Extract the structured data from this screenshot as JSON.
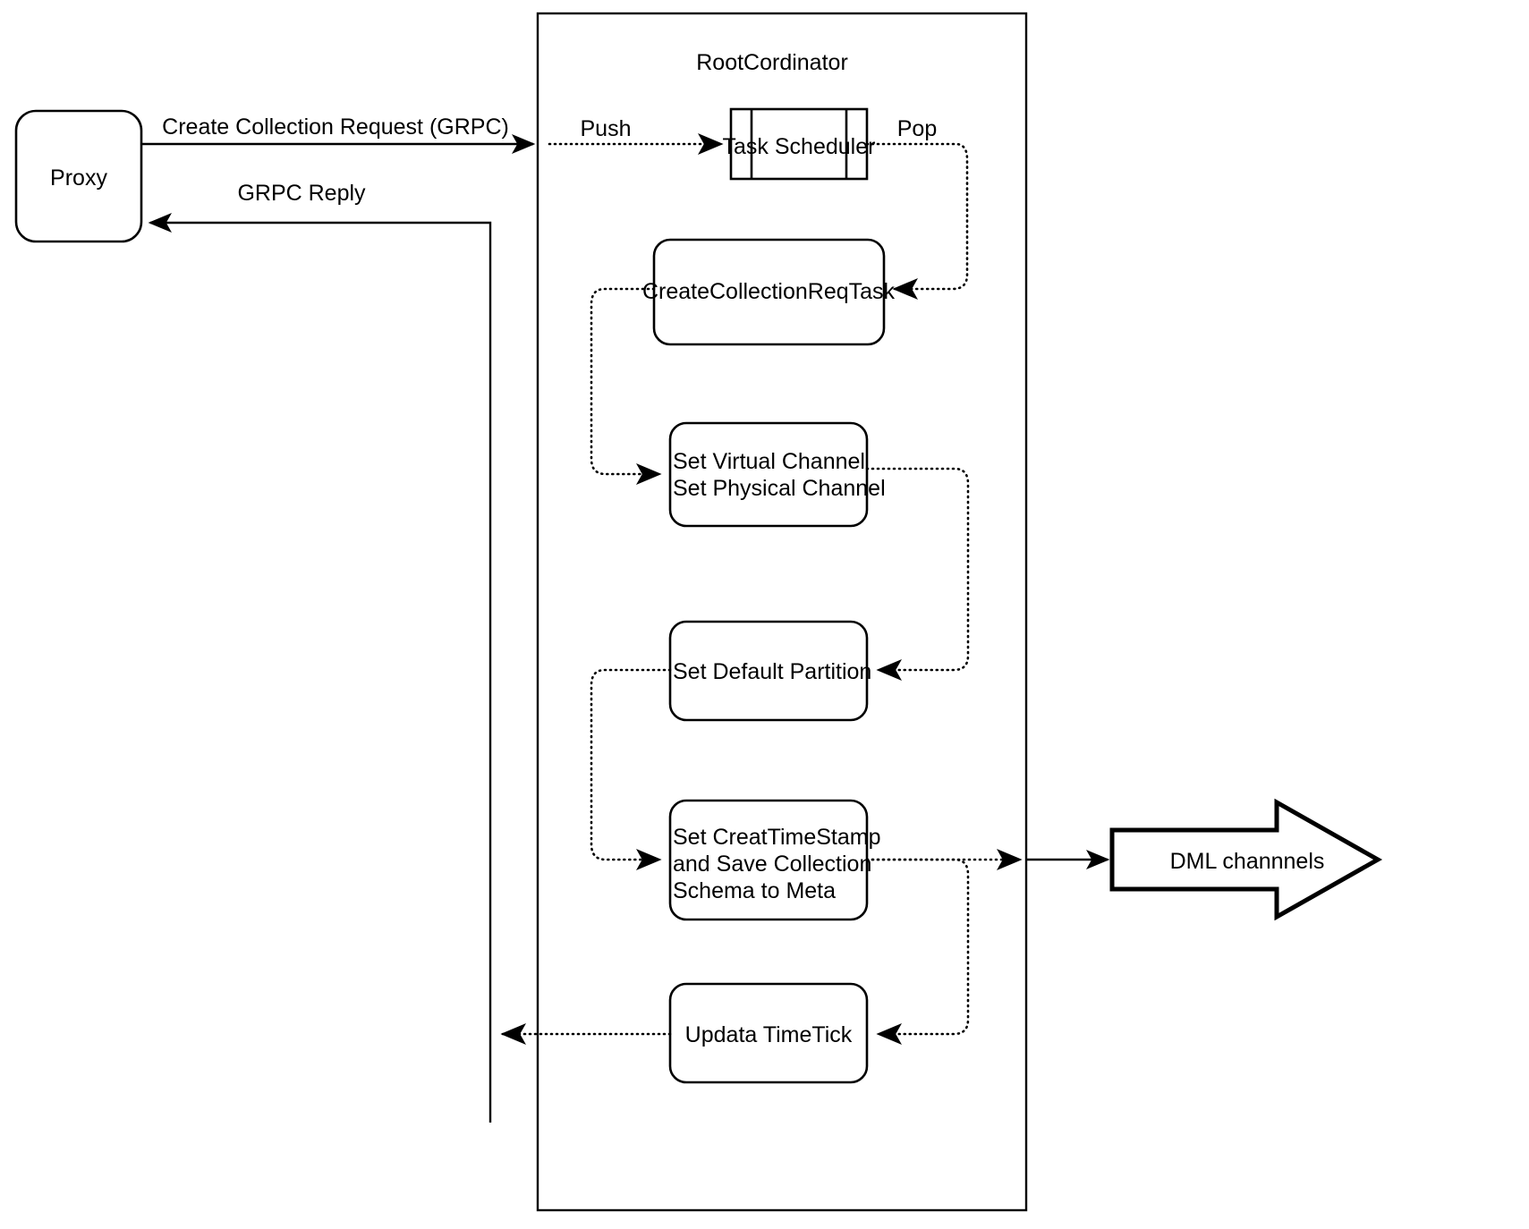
{
  "diagram": {
    "title_text": "RootCordinator",
    "colors": {
      "stroke": "#000000",
      "fill": "#ffffff",
      "text": "#000000"
    },
    "container": {
      "label": "RootCordinator"
    },
    "nodes": {
      "proxy": {
        "label": "Proxy"
      },
      "task_scheduler": {
        "label": "Task Scheduler"
      },
      "create_collection_req_task": {
        "label": "CreateCollectionReqTask"
      },
      "set_channel": {
        "line1": "Set Virtual Channel",
        "line2": "Set Physical Channel"
      },
      "set_default_partition": {
        "label": "Set Default Partition"
      },
      "set_create_timestamp": {
        "line1": "Set CreatTimeStamp",
        "line2": "and Save Collection",
        "line3": "Schema to Meta"
      },
      "update_timetick": {
        "label": "Updata TimeTick"
      },
      "dml_channels": {
        "label": "DML channnels"
      }
    },
    "edges": {
      "create_collection_request": {
        "label": "Create Collection Request (GRPC)"
      },
      "grpc_reply": {
        "label": "GRPC Reply"
      },
      "push": {
        "label": "Push"
      },
      "pop": {
        "label": "Pop"
      }
    }
  }
}
